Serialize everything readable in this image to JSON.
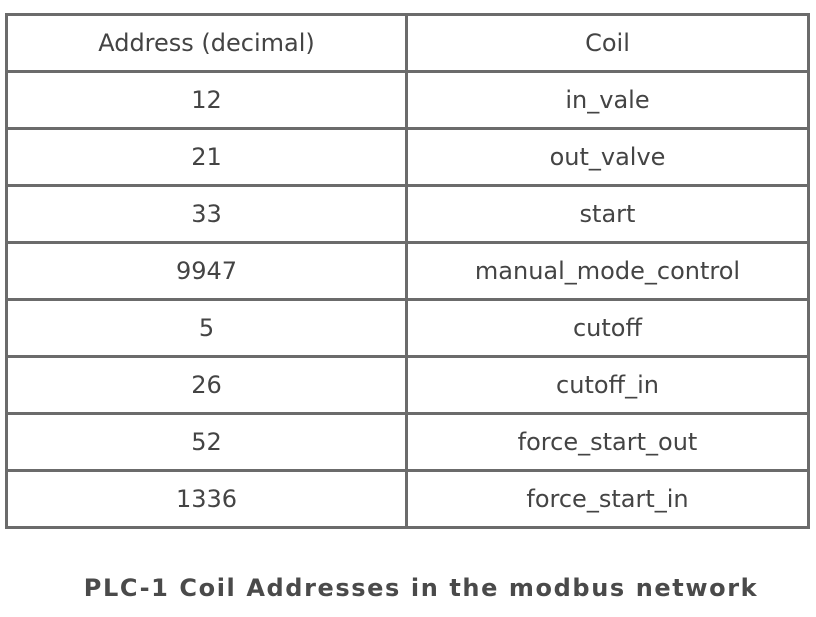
{
  "table": {
    "headers": [
      "Address (decimal)",
      "Coil"
    ],
    "rows": [
      [
        "12",
        "in_vale"
      ],
      [
        "21",
        "out_valve"
      ],
      [
        "33",
        "start"
      ],
      [
        "9947",
        "manual_mode_control"
      ],
      [
        "5",
        "cutoff"
      ],
      [
        "26",
        "cutoff_in"
      ],
      [
        "52",
        "force_start_out"
      ],
      [
        "1336",
        "force_start_in"
      ]
    ]
  },
  "caption": "PLC-1 Coil Addresses in the modbus network"
}
